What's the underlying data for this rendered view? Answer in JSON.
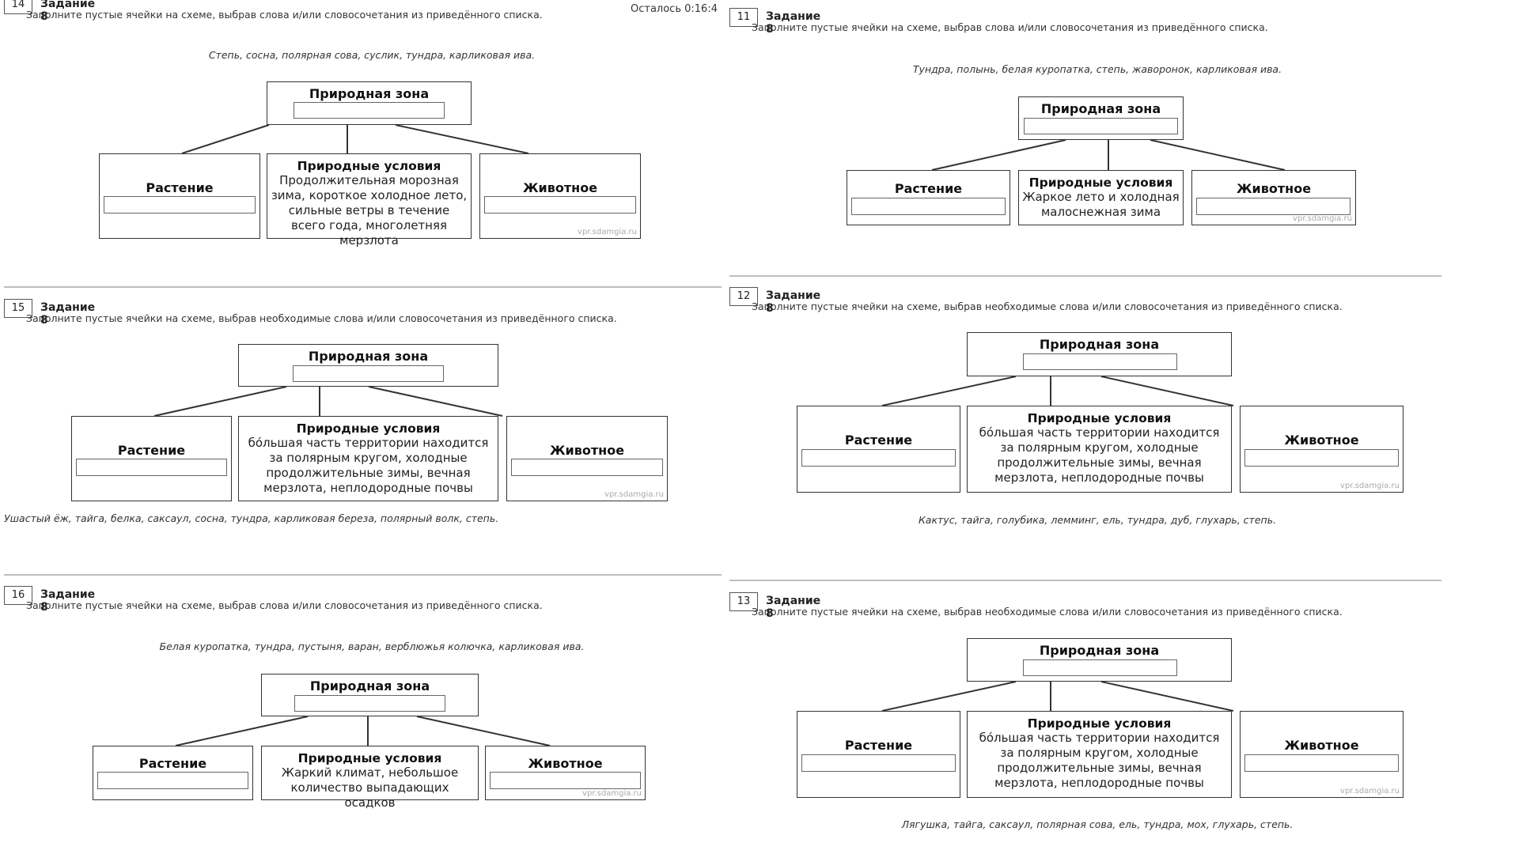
{
  "timer": "Осталось 0:16:4",
  "common": {
    "zone": "Природная зона",
    "plant": "Растение",
    "conditions": "Природные условия",
    "animal": "Животное",
    "watermark": "vpr.sdamgia.ru"
  },
  "tasks": {
    "t14": {
      "num": "14",
      "title": "Задание 8",
      "instruction": "Заполните пустые ячейки на схеме, выбрав слова и/или словосочетания из приведённого списка.",
      "words": "Степь, сосна, полярная сова, суслик, тундра, карликовая ива.",
      "conditions_text": "Продолжительная морозная зима, короткое холодное лето, сильные ветры в течение всего года, многолетняя мерзлота"
    },
    "t15": {
      "num": "15",
      "title": "Задание 8",
      "instruction": "Заполните пустые ячейки на схеме, выбрав необходимые слова и/или словосочетания из приведённого списка.",
      "words": "Ушастый ёж, тайга, белка, саксаул, сосна, тундра, карликовая береза, полярный волк, степь.",
      "conditions_text": "бóльшая часть территории находится за полярным кругом, холодные продолжительные зимы, вечная мерзлота, неплодородные почвы"
    },
    "t16": {
      "num": "16",
      "title": "Задание 8",
      "instruction": "Заполните пустые ячейки на схеме, выбрав слова и/или словосочетания из приведённого списка.",
      "words": "Белая куропатка, тундра, пустыня, варан, верблюжья колючка, карликовая ива.",
      "conditions_text": "Жаркий климат, небольшое количество выпадающих осадков"
    },
    "t11": {
      "num": "11",
      "title": "Задание 8",
      "instruction": "Заполните пустые ячейки на схеме, выбрав слова и/или словосочетания из приведённого списка.",
      "words": "Тундра, полынь, белая куропатка, степь, жаворонок, карликовая ива.",
      "conditions_text": "Жаркое лето и холодная малоснежная зима"
    },
    "t12": {
      "num": "12",
      "title": "Задание 8",
      "instruction": "Заполните пустые ячейки на схеме, выбрав необходимые слова и/или словосочетания из приведённого списка.",
      "words": "Кактус, тайга, голубика, лемминг, ель, тундра, дуб, глухарь, степь.",
      "conditions_text": "бóльшая часть территории находится за полярным кругом, холодные продолжительные зимы, вечная мерзлота, неплодородные почвы"
    },
    "t13": {
      "num": "13",
      "title": "Задание 8",
      "instruction": "Заполните пустые ячейки на схеме, выбрав необходимые слова и/или словосочетания из приведённого списка.",
      "words": "Лягушка, тайга, саксаул, полярная сова, ель, тундра, мох, глухарь, степь.",
      "conditions_text": "бóльшая часть территории находится за полярным кругом, холодные продолжительные зимы, вечная мерзлота, неплодородные почвы"
    }
  }
}
